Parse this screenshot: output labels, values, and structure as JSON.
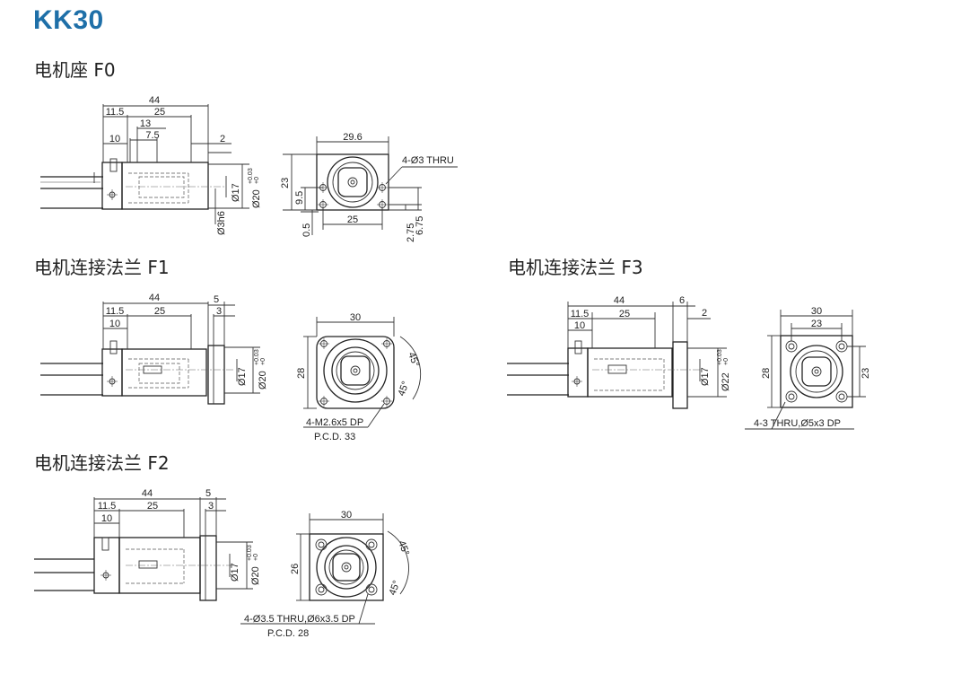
{
  "title": "KK30",
  "sections": {
    "f0": {
      "title": "电机座 F0",
      "dims": {
        "total": "44",
        "a": "11.5",
        "b": "25",
        "c": "13",
        "d": "7.5",
        "e": "10",
        "f": "2",
        "d17": "Ø17",
        "d20": "Ø20",
        "tol_up": "+0.03",
        "tol_lo": "+0",
        "d3h6": "Ø3h6",
        "w": "29.6",
        "h": "23",
        "hole": "4-Ø3 THRU",
        "v95": "9.5",
        "v05": "0.5",
        "b25": "25",
        "v275": "2.75",
        "v675": "6.75"
      }
    },
    "f1": {
      "title": "电机连接法兰 F1",
      "dims": {
        "total": "44",
        "a": "11.5",
        "b": "25",
        "e": "10",
        "t5": "5",
        "t3": "3",
        "d17": "Ø17",
        "d20": "Ø20",
        "tol_up": "+0.03",
        "tol_lo": "+0",
        "w": "30",
        "h": "28",
        "ang1": "45°",
        "ang2": "45°",
        "note": "4-M2.6x5 DP",
        "pcd": "P.C.D. 33"
      }
    },
    "f3": {
      "title": "电机连接法兰 F3",
      "dims": {
        "total": "44",
        "a": "11.5",
        "b": "25",
        "e": "10",
        "t6": "6",
        "t2": "2",
        "d17": "Ø17",
        "d22": "Ø22",
        "tol_up": "+0.03",
        "tol_lo": "+0",
        "w": "30",
        "w2": "23",
        "h": "28",
        "h2": "23",
        "note": "4-3 THRU,Ø5x3 DP"
      }
    },
    "f2": {
      "title": "电机连接法兰 F2",
      "dims": {
        "total": "44",
        "a": "11.5",
        "b": "25",
        "e": "10",
        "t5": "5",
        "t3": "3",
        "d17": "Ø17",
        "d20": "Ø20",
        "tol_up": "+0.03",
        "tol_lo": "+0",
        "w": "30",
        "h": "26",
        "ang1": "45°",
        "ang2": "45°",
        "note": "4-Ø3.5 THRU,Ø6x3.5 DP",
        "pcd": "P.C.D. 28"
      }
    }
  }
}
